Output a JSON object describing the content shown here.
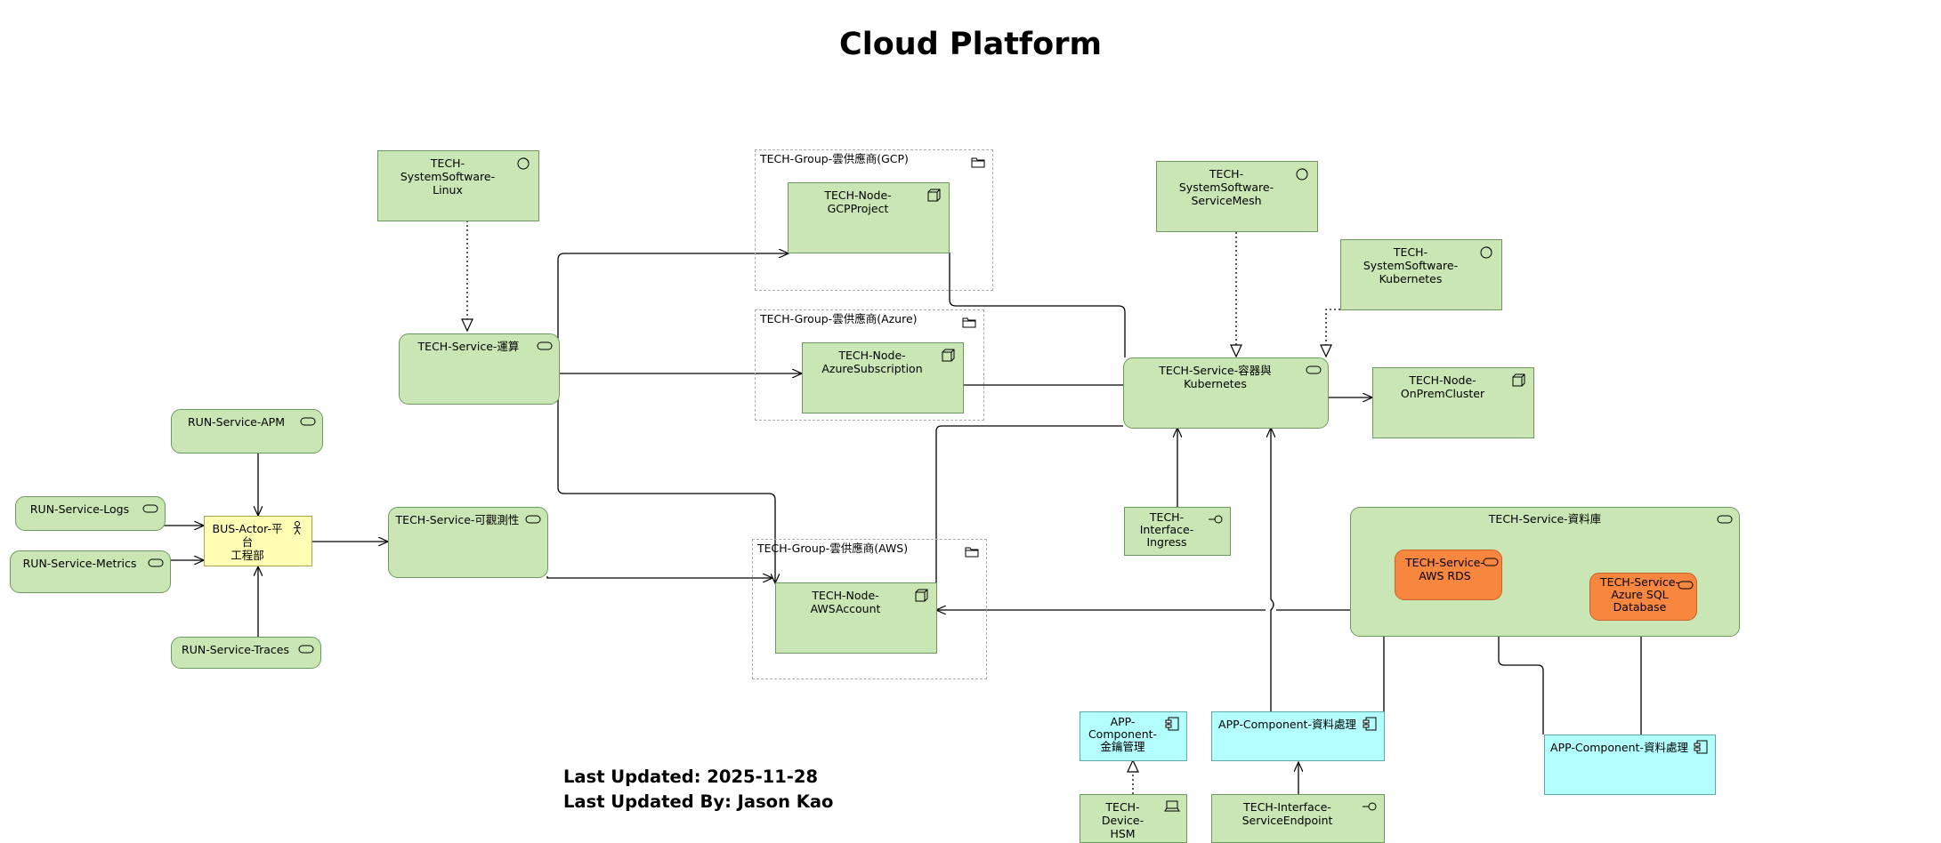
{
  "title": "Cloud Platform",
  "footer": {
    "updated": "Last Updated: 2025-11-28",
    "updated_by": "Last Updated By: Jason Kao"
  },
  "nodes": {
    "sys_linux": "TECH-SystemSoftware-\nLinux",
    "svc_ops": "TECH-Service-運算",
    "svc_apm": "RUN-Service-APM",
    "svc_logs": "RUN-Service-Logs",
    "svc_metrics": "RUN-Service-Metrics",
    "svc_traces": "RUN-Service-Traces",
    "actor": "BUS-Actor-平台\n工程部",
    "svc_observe": "TECH-Service-可觀測性",
    "grp_gcp": "TECH-Group-雲供應商(GCP)",
    "node_gcp": "TECH-Node-GCPProject",
    "grp_azure": "TECH-Group-雲供應商(Azure)",
    "node_azure": "TECH-Node-\nAzureSubscription",
    "grp_aws": "TECH-Group-雲供應商(AWS)",
    "node_aws": "TECH-Node-AWSAccount",
    "sys_mesh": "TECH-SystemSoftware-\nServiceMesh",
    "sys_k8s": "TECH-SystemSoftware-\nKubernetes",
    "svc_container": "TECH-Service-容器與Kubernetes",
    "node_onprem": "TECH-Node-\nOnPremCluster",
    "if_ingress": "TECH-\nInterface-\nIngress",
    "svc_db": "TECH-Service-資料庫",
    "svc_rds": "TECH-Service-\nAWS RDS",
    "svc_azsql": "TECH-Service-\nAzure SQL\nDatabase",
    "app_kms": "APP-\nComponent-\n金鑰管理",
    "app_data1": "APP-Component-資料處理",
    "app_data2": "APP-Component-資料處理",
    "dev_hsm": "TECH-Device-\nHSM",
    "if_endpoint": "TECH-Interface-\nServiceEndpoint"
  },
  "colors": {
    "technology": "#c9e6b4",
    "business": "#fffeb4",
    "application": "#b3fffe",
    "highlight": "#f7863f"
  }
}
